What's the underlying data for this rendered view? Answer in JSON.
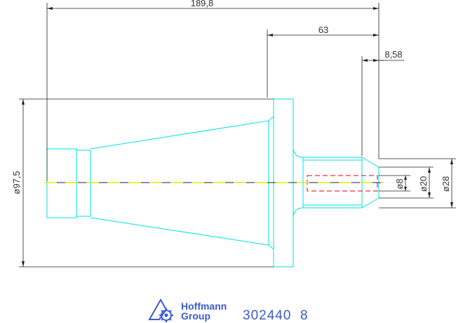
{
  "colors": {
    "outline": "#00e0e0",
    "dimension": "#222222",
    "centerline_yellow": "#e8e800",
    "centerline_dark": "#1a1a6a",
    "hidden_line": "#e00000",
    "logo": "#3a5bd0"
  },
  "dimensions": {
    "overall_length": "189,8",
    "shank_length": "63",
    "chamfer_length": "8,58",
    "flange_diameter": "ø97,5",
    "bore_diameter": "ø8",
    "shank_inner_diameter": "ø20",
    "shank_diameter": "ø28"
  },
  "title_block": {
    "brand_line1": "Hoffmann",
    "brand_line2": "Group",
    "part_number": "302440",
    "size": "8"
  },
  "icons": {
    "logo": "hoffmann-group-logo-icon"
  }
}
